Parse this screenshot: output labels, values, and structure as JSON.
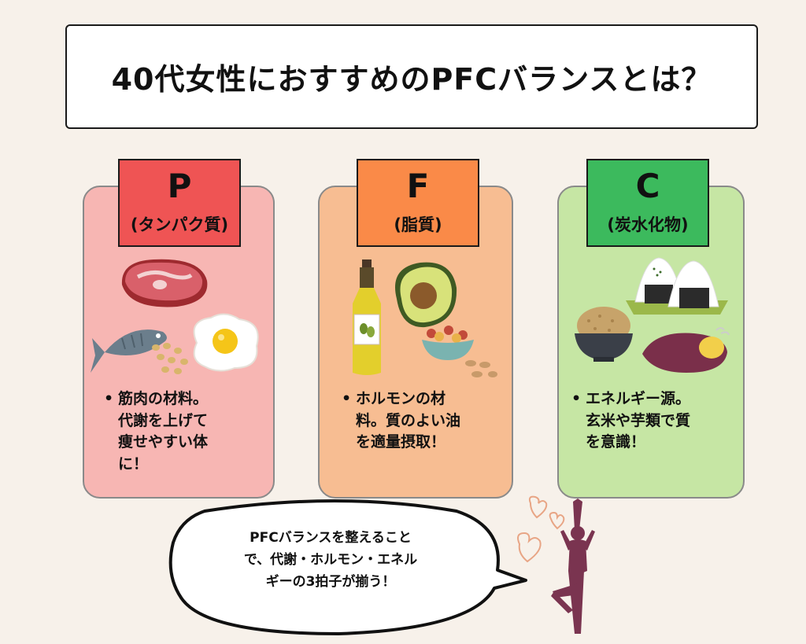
{
  "title": "40代女性におすすめのPFCバランスとは？",
  "cards": [
    {
      "letter": "P",
      "label": "(タンパク質)",
      "bullet": "筋肉の材料。\n代謝を上げて\n痩せやすい体\nに！",
      "icons": [
        "meat-icon",
        "fish-icon",
        "egg-icon",
        "soybeans-icon"
      ]
    },
    {
      "letter": "F",
      "label": "(脂質)",
      "bullet": "ホルモンの材\n料。質のよい油\nを適量摂取！",
      "icons": [
        "olive-oil-icon",
        "avocado-icon",
        "nuts-bowl-icon",
        "almonds-icon"
      ]
    },
    {
      "letter": "C",
      "label": "(炭水化物)",
      "bullet": "エネルギー源。\n玄米や芋類で質\nを意識！",
      "icons": [
        "onigiri-icon",
        "brown-rice-bowl-icon",
        "sweet-potato-icon"
      ]
    }
  ],
  "speech_bubble": "PFCバランスを整えること\nで、代謝・ホルモン・エネル\nギーの3拍子が揃う！",
  "colors": {
    "background": "#f7f1ea",
    "p_card": "#f7b6b3",
    "p_tag": "#ef5454",
    "f_card": "#f7bd92",
    "f_tag": "#fa8a48",
    "c_card": "#c6e6a4",
    "c_tag": "#3cba5d",
    "silhouette": "#7a3450"
  }
}
